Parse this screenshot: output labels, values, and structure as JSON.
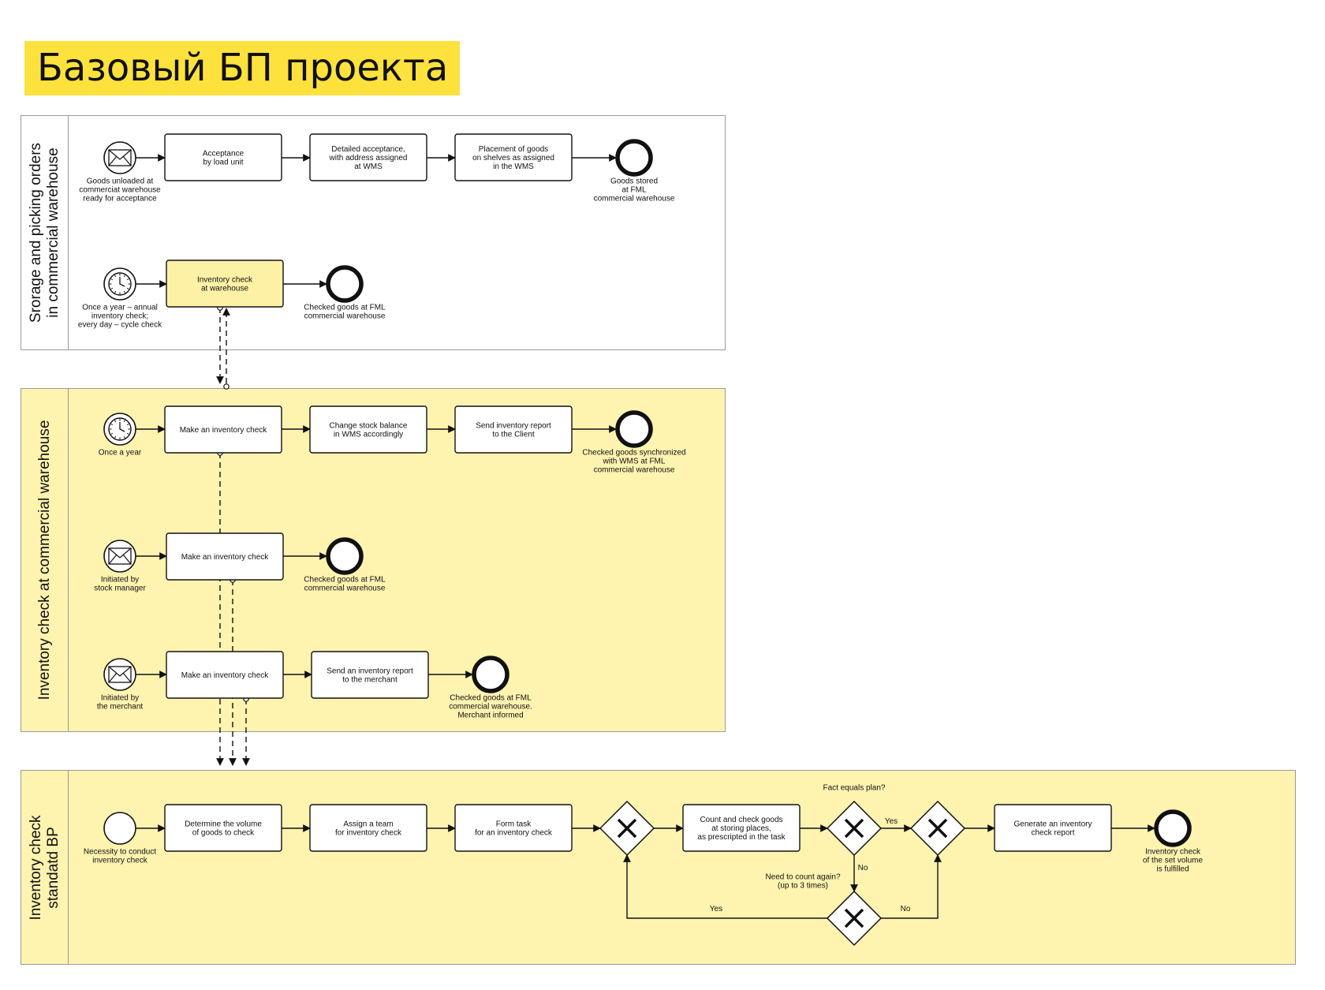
{
  "title": "Базовый БП проекта",
  "pools": [
    {
      "id": "storage",
      "label_lines": [
        "Srorage and picking orders",
        "in commercial warehouse"
      ]
    },
    {
      "id": "inventory",
      "label_lines": [
        "Inventory check at commercial warehouse"
      ]
    },
    {
      "id": "standard",
      "label_lines": [
        "Inventory check",
        "standatd BP"
      ]
    }
  ],
  "tasks": [
    {
      "id": "t1",
      "lines": [
        "Acceptance",
        "by load unit"
      ]
    },
    {
      "id": "t2",
      "lines": [
        "Detailed acceptance,",
        "with address assigned",
        "at WMS"
      ]
    },
    {
      "id": "t3",
      "lines": [
        "Placement of goods",
        "on shelves as assigned",
        "in the WMS"
      ]
    },
    {
      "id": "t4",
      "lines": [
        "Inventory check",
        "at warehouse"
      ]
    },
    {
      "id": "t5",
      "lines": [
        "Make an inventory check"
      ]
    },
    {
      "id": "t6",
      "lines": [
        "Change stock balance",
        "in WMS accordingly"
      ]
    },
    {
      "id": "t7",
      "lines": [
        "Send inventory report",
        "to the Client"
      ]
    },
    {
      "id": "t8",
      "lines": [
        "Make an inventory check"
      ]
    },
    {
      "id": "t9",
      "lines": [
        "Make an inventory check"
      ]
    },
    {
      "id": "t10",
      "lines": [
        "Send an inventory report",
        "to the merchant"
      ]
    },
    {
      "id": "t11",
      "lines": [
        "Determine the volume",
        "of goods to check"
      ]
    },
    {
      "id": "t12",
      "lines": [
        "Assign a team",
        "for inventory check"
      ]
    },
    {
      "id": "t13",
      "lines": [
        "Form task",
        "for an inventory check"
      ]
    },
    {
      "id": "t14",
      "lines": [
        "Count and check goods",
        "at storing places,",
        "as prescripted in the task"
      ]
    },
    {
      "id": "t15",
      "lines": [
        "Generate an inventory",
        "check report"
      ]
    }
  ],
  "events": [
    {
      "id": "e1",
      "kind": "message-start",
      "icon": "envelope-icon",
      "lines": [
        "Goods unloaded at",
        "commerciat warehouse",
        "ready for acceptance"
      ]
    },
    {
      "id": "e2",
      "kind": "end",
      "lines": [
        "Goods stored",
        "at FML",
        "commercial warehouse"
      ]
    },
    {
      "id": "e3",
      "kind": "timer-start",
      "icon": "clock-icon",
      "lines": [
        "Once a year  – annual",
        "inventory check;",
        "every day – cycle check"
      ]
    },
    {
      "id": "e4",
      "kind": "end",
      "lines": [
        "Checked goods at FML",
        "commercial warehouse"
      ]
    },
    {
      "id": "e5",
      "kind": "timer-start",
      "icon": "clock-icon",
      "lines": [
        "Once a year"
      ]
    },
    {
      "id": "e6",
      "kind": "end",
      "lines": [
        "Checked goods synchronized",
        "with WMS at FML",
        "commercial warehouse"
      ]
    },
    {
      "id": "e7",
      "kind": "message-start",
      "icon": "envelope-icon",
      "lines": [
        "Initiated by",
        "stock manager"
      ]
    },
    {
      "id": "e8",
      "kind": "end",
      "lines": [
        "Checked goods at FML",
        "commercial warehouse"
      ]
    },
    {
      "id": "e9",
      "kind": "message-start",
      "icon": "envelope-icon",
      "lines": [
        "Initiated by",
        "the merchant"
      ]
    },
    {
      "id": "e10",
      "kind": "end",
      "lines": [
        "Checked goods at FML",
        "commercial warehouse.",
        "Merchant informed"
      ]
    },
    {
      "id": "e11",
      "kind": "start",
      "lines": [
        "Necessity to conduct",
        "inventory check"
      ]
    },
    {
      "id": "e12",
      "kind": "end",
      "lines": [
        "Inventory check",
        "of the set volume",
        "is fulfilled"
      ]
    }
  ],
  "gateways": [
    {
      "id": "g1",
      "lines": []
    },
    {
      "id": "g2",
      "lines": [
        "Fact equals plan?"
      ]
    },
    {
      "id": "g3",
      "lines": []
    },
    {
      "id": "g4",
      "lines": [
        "Need to count again?",
        "(up to 3 times)"
      ]
    }
  ],
  "flow_labels": {
    "yes_to_merge": "Yes",
    "no_down": "No",
    "yes_loop": "Yes",
    "no_right": "No"
  },
  "colors": {
    "title_bg": "#fde23e",
    "lane_yellow": "#fff3b0",
    "task_highlight": "#fdf1a6",
    "border": "#9a9a9a",
    "stroke": "#111111"
  }
}
